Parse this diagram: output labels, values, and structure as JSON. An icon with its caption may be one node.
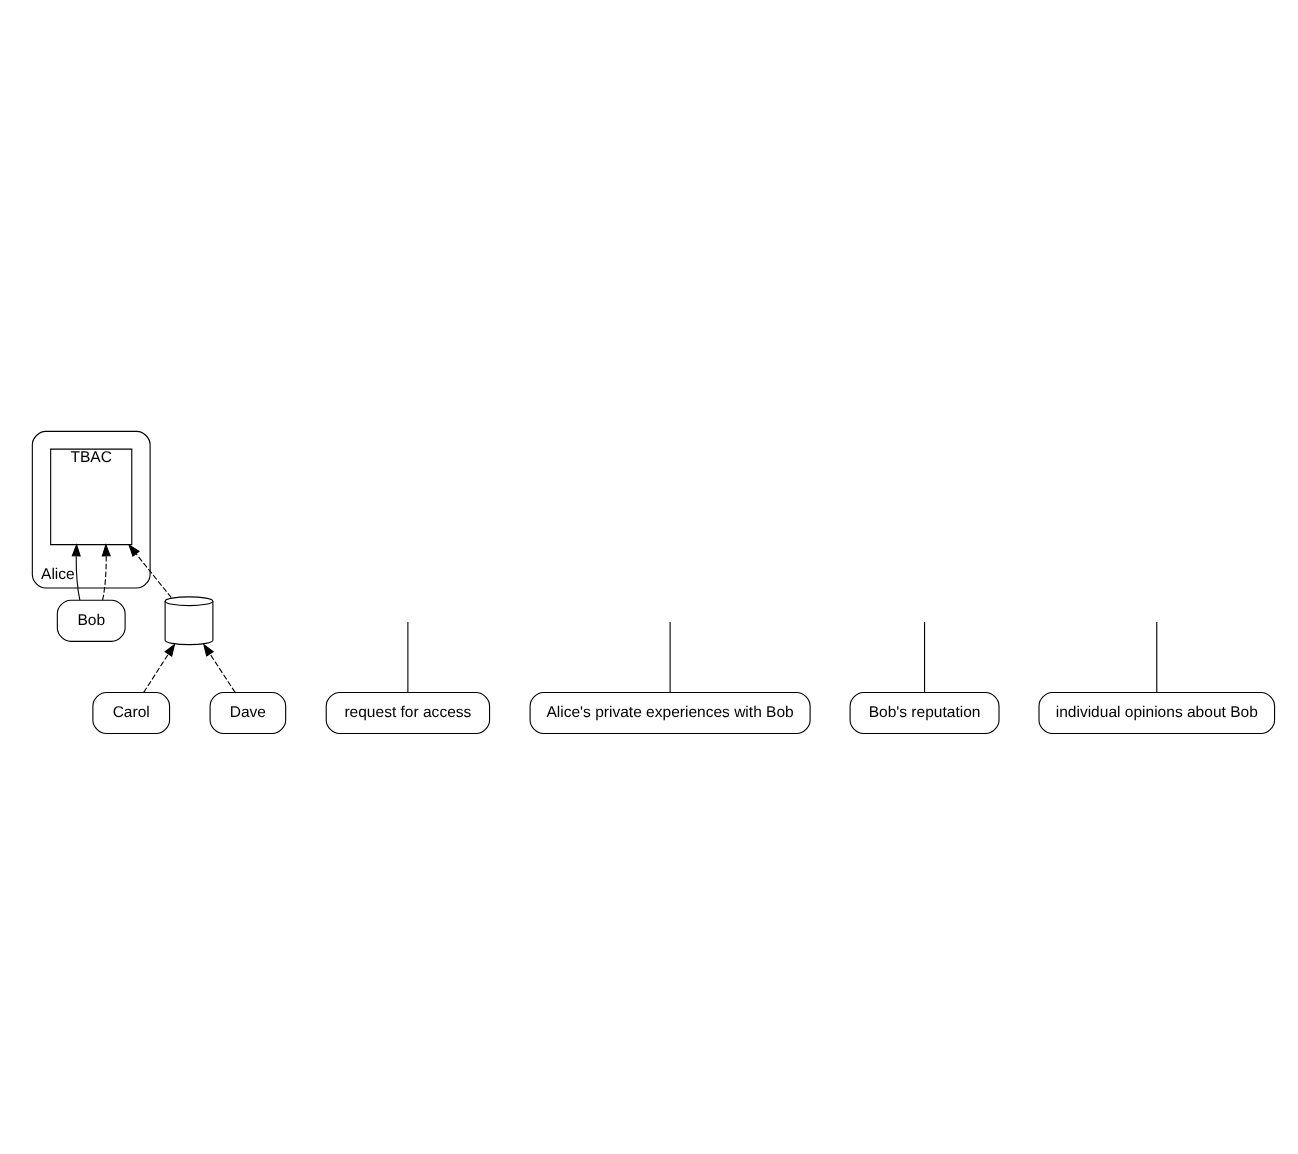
{
  "diagram": {
    "nodes": [
      {
        "text": [
          "Alice"
        ]
      },
      {
        "text": [
          "TBAC"
        ],
        "in": 0
      },
      {
        "text": [
          "Bob"
        ]
      },
      {
        "text": [],
        "shape": "cylinder"
      },
      {
        "text": [
          "Carol"
        ]
      },
      {
        "text": [
          "Dave"
        ]
      },
      {
        "text": [
          "request for access"
        ]
      },
      {
        "text": [
          "Alice's private experiences with Bob"
        ]
      },
      {
        "text": [
          "Bob's reputation"
        ]
      },
      {
        "text": [
          "individual opinions about Bob"
        ]
      }
    ],
    "edges": [
      {
        "from": 2,
        "to": 1,
        "arrow": "to"
      },
      {
        "from": 2,
        "to": 1,
        "arrow": "to",
        "style": "dashed"
      },
      {
        "from": 3,
        "to": 1,
        "arrow": "to",
        "style": "dashed"
      },
      {
        "from": 4,
        "to": 3,
        "arrow": "to",
        "style": "dashed"
      },
      {
        "from": 5,
        "to": 3,
        "arrow": "to",
        "style": "dashed"
      },
      {
        "from": 6,
        "to": null,
        "arrow": "none"
      },
      {
        "from": 7,
        "to": null,
        "arrow": "none"
      },
      {
        "from": 8,
        "to": null,
        "arrow": "none"
      },
      {
        "from": 9,
        "to": null,
        "arrow": "none"
      }
    ]
  }
}
